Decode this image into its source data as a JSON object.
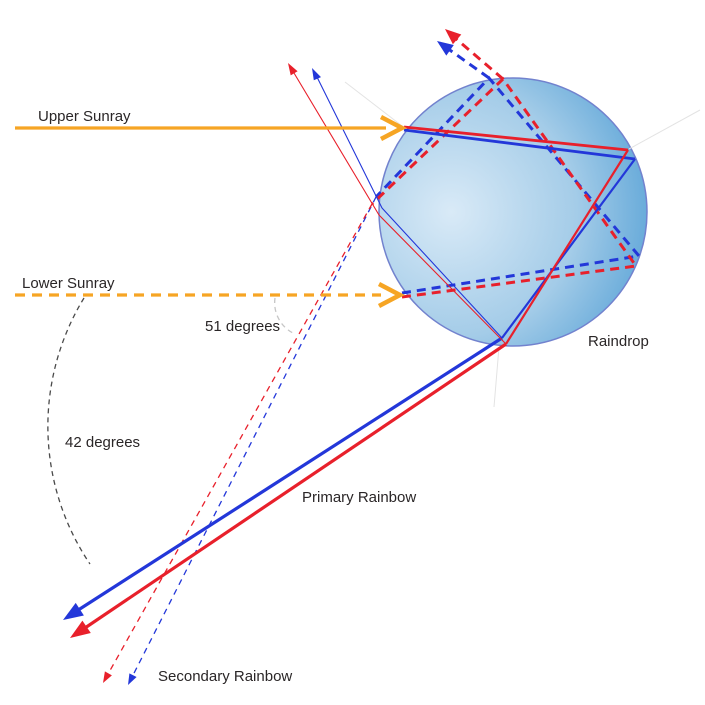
{
  "labels": {
    "upper_sunray": "Upper Sunray",
    "lower_sunray": "Lower Sunray",
    "secondary_angle": "51 degrees",
    "primary_angle": "42 degrees",
    "primary_rainbow": "Primary Rainbow",
    "secondary_rainbow": "Secondary Rainbow",
    "raindrop": "Raindrop"
  },
  "colors": {
    "sunray_orange": "#F6A524",
    "red_ray": "#E8202B",
    "blue_ray": "#2337D9",
    "drop_fill_light": "#D9EAF7",
    "drop_fill_mid": "#A4CCE8",
    "drop_fill_dark": "#4F9DD4",
    "drop_outline": "#7282CE",
    "angle_arc_dark": "#4A4A4A",
    "angle_arc_light": "#C6C6C6",
    "normal_line": "#E3E3E3",
    "text": "#2A2627",
    "background": "#FFFFFF"
  }
}
